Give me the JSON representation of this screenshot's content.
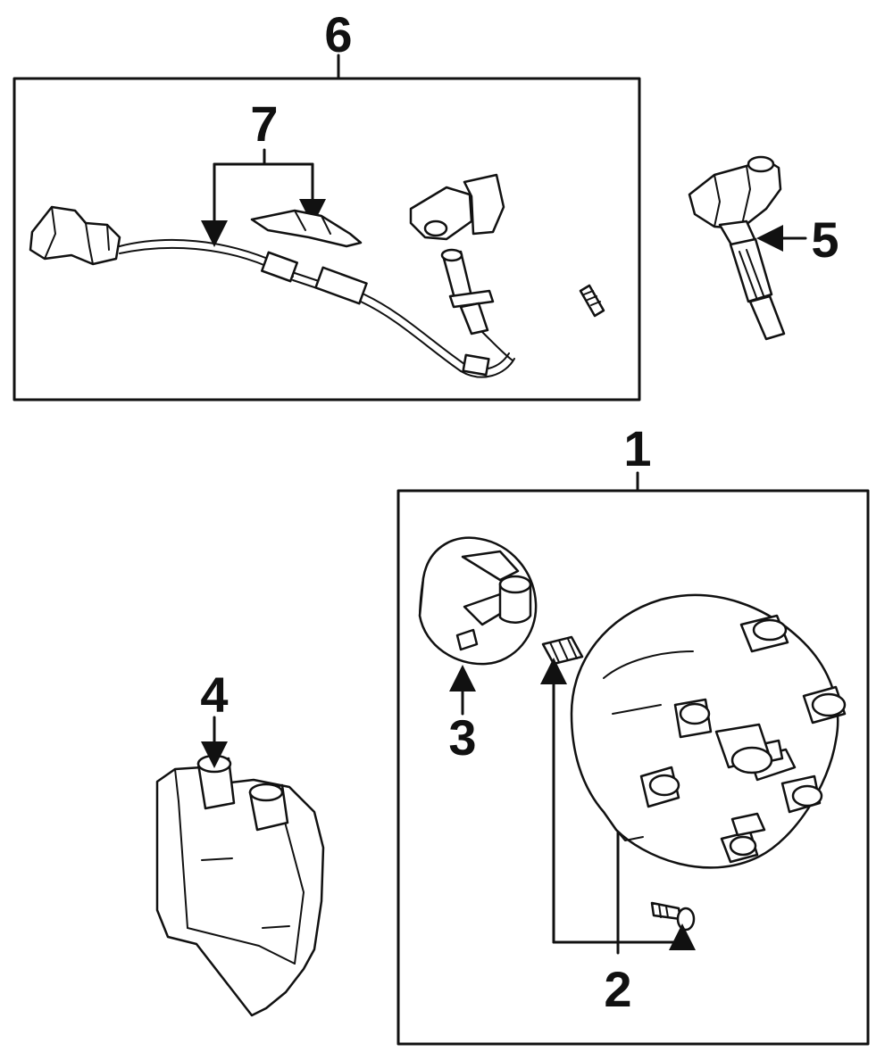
{
  "callouts": {
    "c1": "1",
    "c2": "2",
    "c3": "3",
    "c4": "4",
    "c5": "5",
    "c6": "6",
    "c7": "7"
  },
  "parts": [
    {
      "callout": "1",
      "icon": "distributor-cap-icon"
    },
    {
      "callout": "2",
      "icon": "screw-icon"
    },
    {
      "callout": "3",
      "icon": "rotor-icon"
    },
    {
      "callout": "4",
      "icon": "ignition-coil-icon"
    },
    {
      "callout": "5",
      "icon": "coil-on-plug-icon"
    },
    {
      "callout": "6",
      "icon": "sensor-harness-icon"
    },
    {
      "callout": "7",
      "icon": "wire-harness-icon"
    }
  ]
}
